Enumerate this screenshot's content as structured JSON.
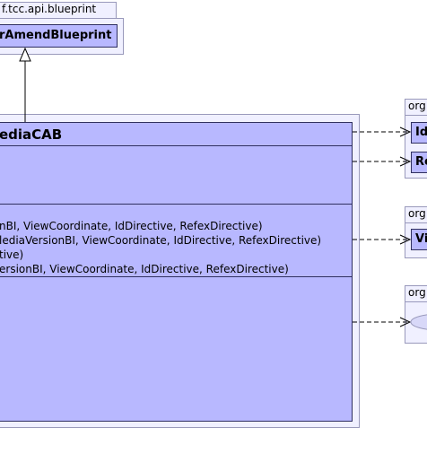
{
  "parent_class": {
    "package_label": "f.tcc.api.blueprint",
    "name": "rAmendBlueprint"
  },
  "main_class": {
    "name": "ediaCAB",
    "methods": [
      "nBI, ViewCoordinate, IdDirective, RefexDirective)",
      "lediaVersionBI, ViewCoordinate, IdDirective, RefexDirective)",
      "tive)",
      "ersionBI, ViewCoordinate, IdDirective, RefexDirective)"
    ]
  },
  "right_packages": [
    {
      "label": "org",
      "classes": [
        "Id",
        "Re"
      ]
    },
    {
      "label": "org",
      "classes": [
        "Vi"
      ]
    },
    {
      "label": "org",
      "classes": []
    }
  ],
  "colors": {
    "class_fill": "#b8b8ff",
    "package_fill": "#f0f0ff",
    "border": "#303060"
  }
}
